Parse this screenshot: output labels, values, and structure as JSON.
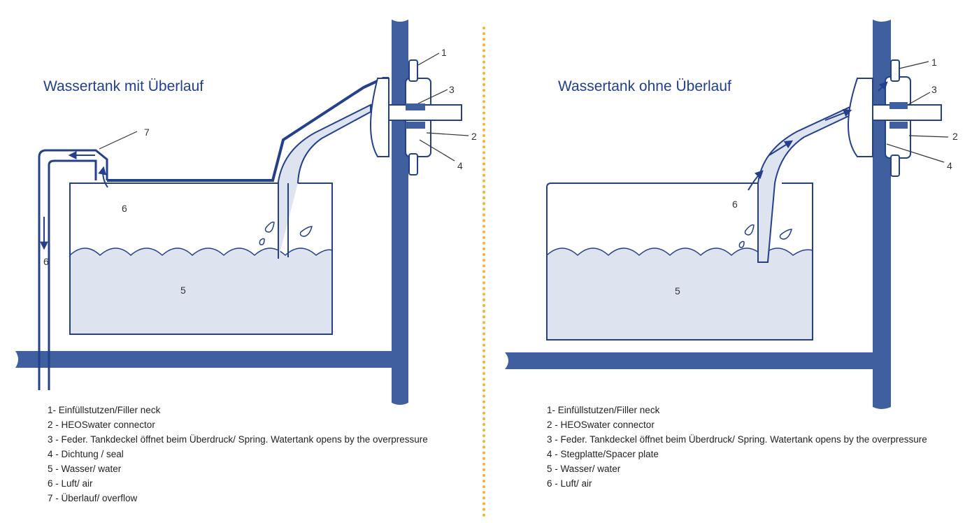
{
  "colors": {
    "structure": "#3f5f9f",
    "outline": "#243f8c",
    "water": "#dde3ef",
    "divider": "#f2b632"
  },
  "panel_left": {
    "title": "Wassertank mit Überlauf",
    "callouts": {
      "c1": "1",
      "c2": "2",
      "c3": "3",
      "c4": "4",
      "c5": "5",
      "c6a": "6",
      "c6b": "6",
      "c7": "7"
    },
    "legend": [
      "1- Einfüllstutzen/Filler neck",
      "2 - HEOSwater connector",
      "3 - Feder. Tankdeckel öffnet beim Überdruck/ Spring. Watertank opens by the overpressure",
      "4 - Dichtung / seal",
      "5 - Wasser/ water",
      "6 - Luft/ air",
      "7 - Überlauf/ overflow"
    ]
  },
  "panel_right": {
    "title": "Wassertank ohne Überlauf",
    "callouts": {
      "c1": "1",
      "c2": "2",
      "c3": "3",
      "c4": "4",
      "c5": "5",
      "c6": "6"
    },
    "legend": [
      "1- Einfüllstutzen/Filler neck",
      "2 - HEOSwater connector",
      "3 - Feder. Tankdeckel öffnet beim Überdruck/ Spring. Watertank opens by the overpressure",
      "4 - Stegplatte/Spacer plate",
      "5 - Wasser/ water",
      "6 - Luft/ air"
    ]
  }
}
